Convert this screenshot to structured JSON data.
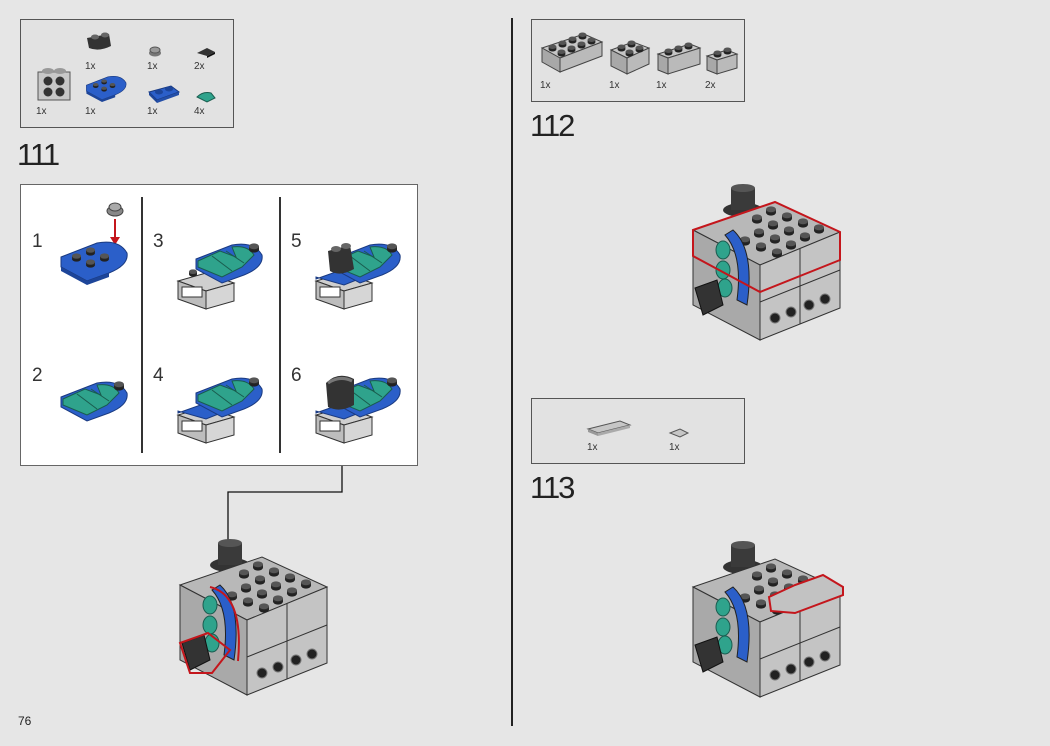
{
  "page_number": "76",
  "colors": {
    "background": "#e6e6e6",
    "gray": "#b5b5b5",
    "blue": "#2b5fc9",
    "teal": "#2fa38c",
    "dark": "#3a3a3a",
    "callout_red": "#c4161c"
  },
  "steps": [
    {
      "number": "111",
      "parts": [
        {
          "name": "gray-brick-2x2-side-studs",
          "qty": "1x"
        },
        {
          "name": "black-curved-brick",
          "qty": "1x"
        },
        {
          "name": "blue-plate-round-end",
          "qty": "1x"
        },
        {
          "name": "gray-round-plate",
          "qty": "1x"
        },
        {
          "name": "blue-plate-1x2",
          "qty": "1x"
        },
        {
          "name": "black-wedge-tile",
          "qty": "2x"
        },
        {
          "name": "teal-quarter-tile",
          "qty": "4x"
        }
      ],
      "substeps": [
        "1",
        "2",
        "3",
        "4",
        "5",
        "6"
      ]
    },
    {
      "number": "112",
      "parts": [
        {
          "name": "gray-brick-2x4",
          "qty": "1x"
        },
        {
          "name": "gray-brick-2x2",
          "qty": "1x"
        },
        {
          "name": "gray-brick-1x3",
          "qty": "1x"
        },
        {
          "name": "gray-brick-1x2",
          "qty": "2x"
        }
      ]
    },
    {
      "number": "113",
      "parts": [
        {
          "name": "gray-tile-1x4",
          "qty": "1x"
        },
        {
          "name": "gray-wedge-tile",
          "qty": "1x"
        }
      ]
    }
  ]
}
